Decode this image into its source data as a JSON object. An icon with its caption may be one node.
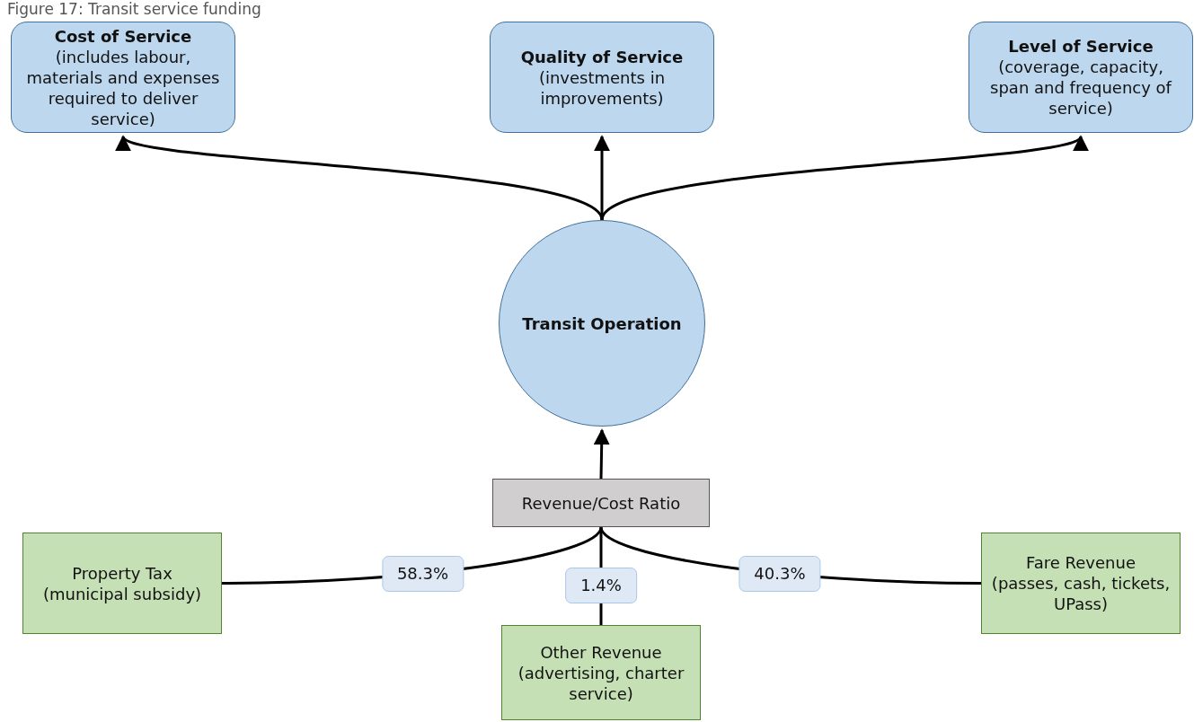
{
  "diagram": {
    "title": "Figure 17: Transit service funding",
    "nodes": [
      {
        "text": [
          "Cost of Service",
          "(includes labour, materials and expenses required to deliver service)"
        ]
      },
      {
        "text": [
          "Quality of Service",
          "(investments in improvements)"
        ]
      },
      {
        "text": [
          "Level of Service",
          "(coverage, capacity, span and frequency of service)"
        ]
      },
      {
        "text": [
          "Transit Operation"
        ]
      },
      {
        "text": [
          "Revenue/Cost Ratio"
        ]
      },
      {
        "text": [
          "Property Tax (municipal subsidy)"
        ]
      },
      {
        "text": [
          "Other Revenue (advertising, charter service)"
        ]
      },
      {
        "text": [
          "Fare Revenue (passes, cash, tickets, UPass)"
        ]
      }
    ],
    "edges": [
      {
        "from": 3,
        "to": 0,
        "arrow": "to"
      },
      {
        "from": 3,
        "to": 1,
        "arrow": "to"
      },
      {
        "from": 3,
        "to": 2,
        "arrow": "to"
      },
      {
        "from": 4,
        "to": 3,
        "arrow": "to"
      },
      {
        "from": 5,
        "to": 4,
        "arrow": "none",
        "label": "58.3%"
      },
      {
        "from": 6,
        "to": 4,
        "arrow": "none",
        "label": "1.4%"
      },
      {
        "from": 7,
        "to": 4,
        "arrow": "none",
        "label": "40.3%"
      }
    ]
  }
}
